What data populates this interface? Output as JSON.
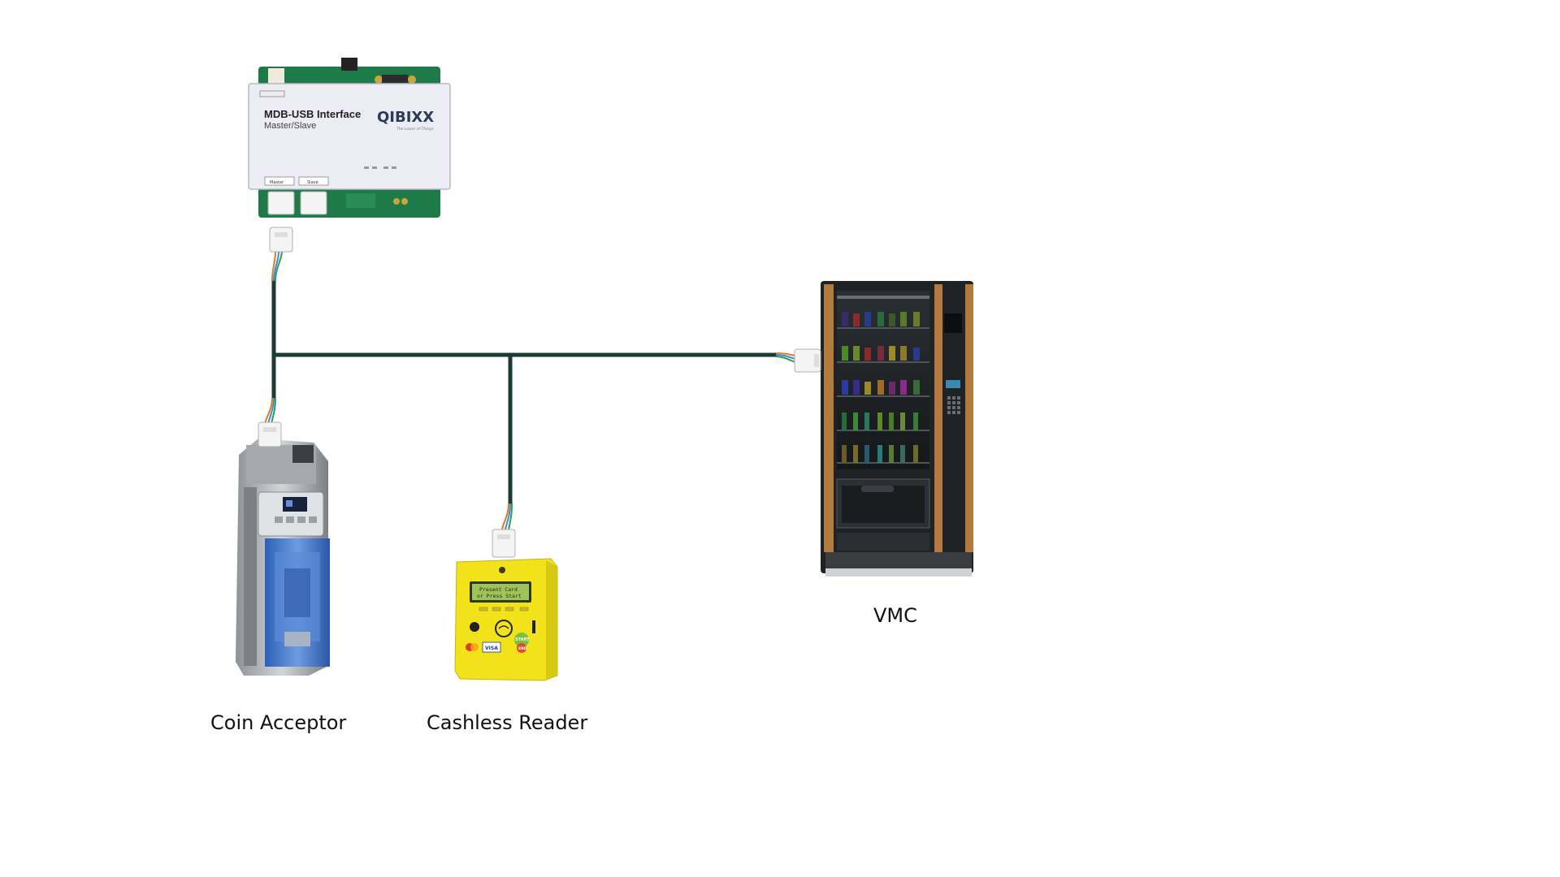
{
  "labels": {
    "coin_acceptor": "Coin Acceptor",
    "cashless_reader": "Cashless Reader",
    "vmc": "VMC"
  },
  "interface_box": {
    "title": "MDB-USB Interface",
    "subtitle": "Master/Slave",
    "brand": "QIBIXX",
    "tagline": "The Lower of Things",
    "port_master": "Master",
    "port_slave": "Slave"
  },
  "cashless_screen": {
    "line1": "Present Card",
    "line2": "or Press Start",
    "button_start": "START",
    "button_end": "END",
    "card_visa": "VISA"
  },
  "colors": {
    "cable": "#1e3a34",
    "pcb_green": "#1f7a4a",
    "reader_yellow": "#f2e21a",
    "coin_blue": "#3a72c8",
    "vmc_wood": "#b27a3e"
  }
}
